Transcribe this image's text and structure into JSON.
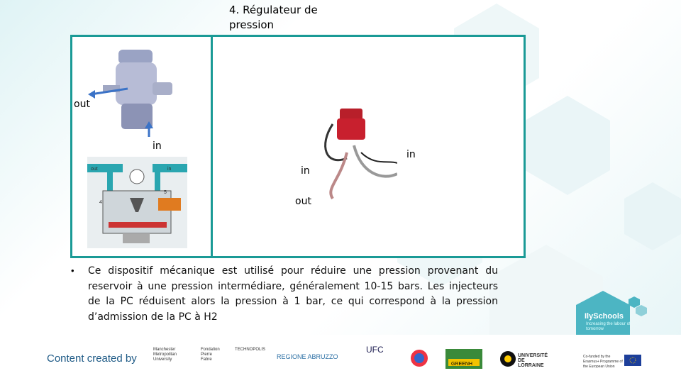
{
  "slide": {
    "title": "4. Régulateur de pression",
    "labels": {
      "out_left": "out",
      "in_left": "in",
      "in_mid": "in",
      "in_right": "in",
      "out_mid": "out"
    },
    "diagram_labels": {
      "out": "out",
      "in": "in",
      "n4": "4",
      "n5": "5"
    },
    "bullet": "Ce dispositif mécanique est utilisé pour réduire une pression provenant du reservoir à une pression intermédiare, généralement 10-15 bars. Les injecteurs de la PC réduisent alors la pression à 1 bar, ce qui correspond à la pression d’admission de la PC à H2"
  },
  "footer": {
    "credit": "Content created by",
    "logos": [
      "Manchester Metropolitan University",
      "Fondation Pierre Fabre",
      "TECHNOPOLIS",
      "REGIONE ABRUZZO",
      "UFC",
      "emblem",
      "GREENH",
      "UNIVERSITÉ DE LORRAINE",
      "Co-funded by the Erasmus+ Programme of the European Union"
    ],
    "brand": {
      "name": "IlySchools",
      "tagline": "Increasing the labour of tomorrow"
    }
  },
  "colors": {
    "frame": "#1a9a96",
    "credit": "#1e5a86",
    "hex_light": "#e6f4f6",
    "hex_brand": "#4cb5c3"
  }
}
